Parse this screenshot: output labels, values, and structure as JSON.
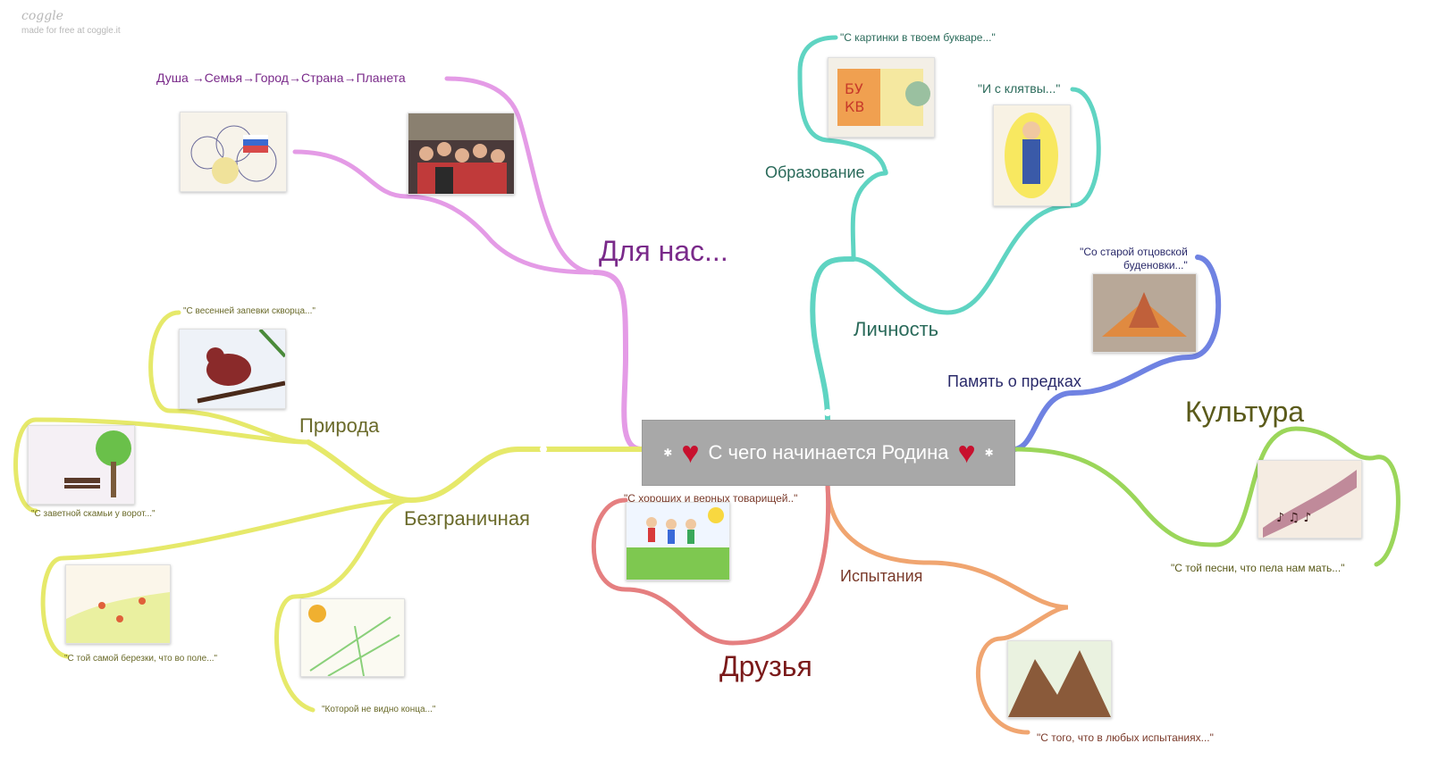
{
  "brand": {
    "logo": "coggle",
    "subtitle": "made for free at coggle.it"
  },
  "center": {
    "title": "С чего начинается Родина"
  },
  "branches": {
    "dlya_nas": "Для нас...",
    "dlya_nas_chain": "Душа →Семья→Город→Страна→Планета",
    "obrazovanie": "Образование",
    "obrazovanie_quote": "\"С картинки в твоем букваре...\"",
    "lichnost": "Личность",
    "lichnost_quote": "\"И с клятвы...\"",
    "pamyat": "Память о предках",
    "pamyat_quote_1": "\"Со старой отцовской",
    "pamyat_quote_2": "буденовки...\"",
    "kultura": "Культура",
    "kultura_quote": "\"С той песни, что пела нам мать...\"",
    "ispytaniya": "Испытания",
    "ispytaniya_quote": "\"С того, что в любых испытаниях...\"",
    "druzya": "Друзья",
    "druzya_quote": "\"С хороших и верных товарищей..\"",
    "bezgranichnaya": "Безграничная",
    "bezgranichnaya_quote": "\"Которой не видно конца...\"",
    "priroda": "Природа",
    "priroda_quote_1": "\"С весенней запевки скворца...\"",
    "priroda_quote_2": "\"С заветной скамьи у ворот...\"",
    "priroda_quote_3": "\"С той самой березки, что во поле...\""
  },
  "colors": {
    "purple": "#7a2a8a",
    "teal": "#2a6a5a",
    "navy": "#2a2a6a",
    "olive": "#5a5a1a",
    "brown": "#7a3a2a",
    "maroon": "#7a1a1a",
    "khaki": "#6a6a2a"
  }
}
